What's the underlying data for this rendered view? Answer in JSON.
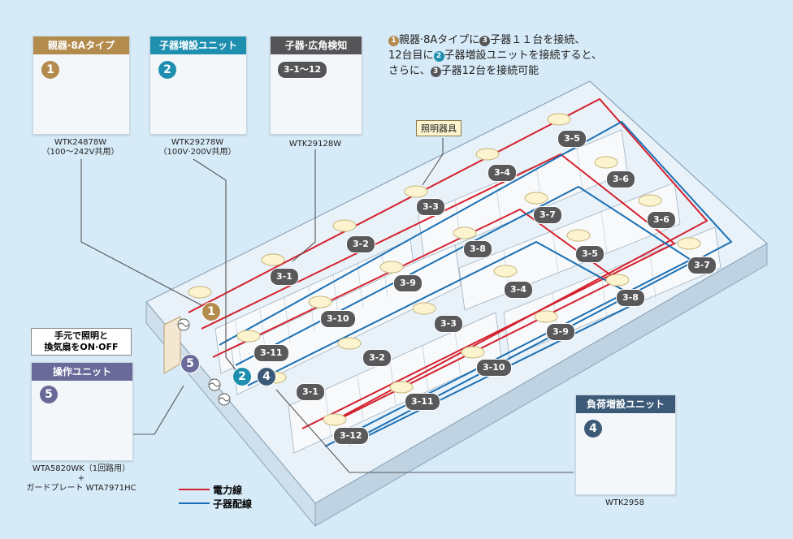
{
  "info": {
    "line1_a": "親器·8Aタイプに",
    "line1_b": "子器１１台を接続、",
    "line2_a": "12台目に",
    "line2_b": "子器増設ユニットを接続すると、",
    "line3_a": "さらに、",
    "line3_b": "子器12台を接続可能"
  },
  "markers": {
    "n1": "1",
    "n2": "2",
    "n3": "3",
    "n4": "4",
    "n5": "5"
  },
  "cards": {
    "parent": {
      "title": "親器·8Aタイプ",
      "number": "1",
      "model": "WTK24878W",
      "spec": "（100～242V共用）"
    },
    "expansion": {
      "title": "子器増設ユニット",
      "number": "2",
      "model": "WTK29278W",
      "spec": "（100V·200V共用）"
    },
    "child": {
      "title": "子器·広角検知",
      "badge": "3-1～12",
      "model": "WTK29128W"
    },
    "operation": {
      "note_line1": "手元で照明と",
      "note_line2": "換気扇をON·OFF",
      "title": "操作ユニット",
      "number": "5",
      "model": "WTA5820WK（1回路用）",
      "plus": "+",
      "plate": "ガードプレート WTA7971HC"
    },
    "load": {
      "title": "負荷増設ユニット",
      "number": "4",
      "model": "WTK2958"
    }
  },
  "lighting_label": "照明器具",
  "legend": {
    "power": "電力線",
    "child_wiring": "子器配線"
  },
  "colors": {
    "power": "#d4202c",
    "child_wiring": "#1a6fb3",
    "parent": "#b38b4d",
    "expansion": "#1f8fb0",
    "child": "#555558",
    "operation": "#6a6a9a",
    "load": "#3c5a78"
  },
  "sensor_tags": [
    "3-5",
    "3-4",
    "3-6",
    "3-3",
    "3-7",
    "3-6",
    "3-2",
    "3-8",
    "3-5",
    "3-7",
    "3-1",
    "3-9",
    "3-4",
    "3-8",
    "3-10",
    "3-3",
    "3-9",
    "3-11",
    "3-2",
    "3-10",
    "3-1",
    "3-11",
    "3-12"
  ]
}
